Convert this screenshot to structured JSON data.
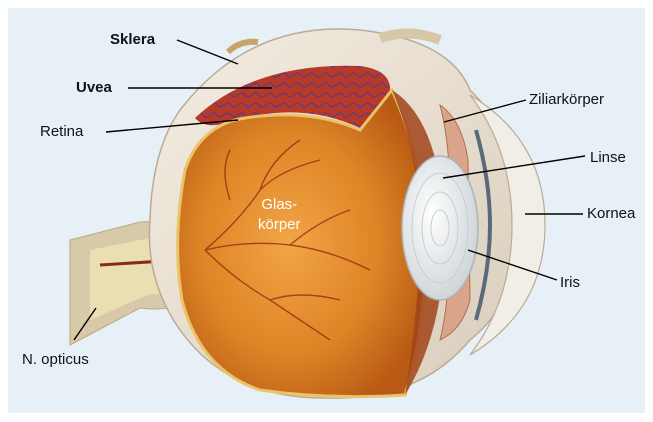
{
  "labels": {
    "sklera": "Sklera",
    "uvea": "Uvea",
    "retina": "Retina",
    "n_opticus": "N. opticus",
    "glaskoerper_line1": "Glas-",
    "glaskoerper_line2": "körper",
    "ziliarkoerper": "Ziliarkörper",
    "linse": "Linse",
    "kornea": "Kornea",
    "iris": "Iris"
  },
  "colors": {
    "background": "#ffffff",
    "panel": "#e7f0f7",
    "sclera": "#ece3d6",
    "choroid": "#b4402c",
    "vitreous": "#e08a2a",
    "lens": "#eef1f2",
    "leader_line": "#000000"
  }
}
